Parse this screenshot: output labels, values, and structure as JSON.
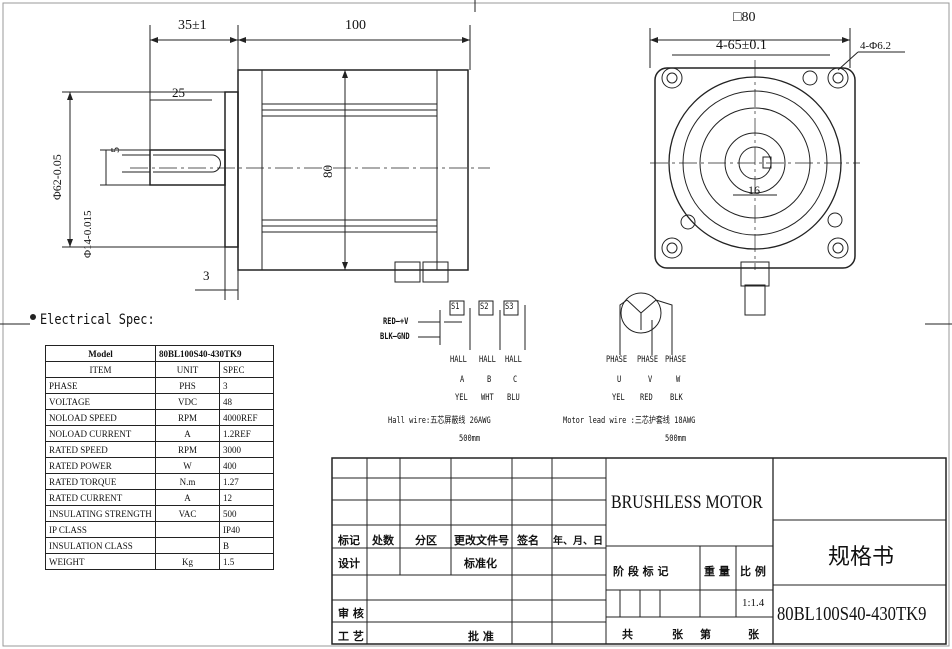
{
  "dimensions": {
    "shaft_len": "35±1",
    "body_len": "100",
    "key_len": "25",
    "key_width": "5",
    "flange_dia": "Φ62-0.05",
    "shaft_dia": "Φ14-0.015",
    "flange_thk": "3",
    "body_height": "80",
    "square": "□80",
    "bolt_pattern": "4-65±0.1",
    "hole_dia": "4-Φ6.2",
    "key_depth": "16"
  },
  "elec_title": "Electrical Spec:",
  "spec": {
    "model_label": "Model",
    "model_value": "80BL100S40-430TK9",
    "header": [
      "ITEM",
      "UNIT",
      "SPEC"
    ],
    "rows": [
      [
        "PHASE",
        "PHS",
        "3"
      ],
      [
        "VOLTAGE",
        "VDC",
        "48"
      ],
      [
        "NOLOAD SPEED",
        "RPM",
        "4000REF"
      ],
      [
        "NOLOAD CURRENT",
        "A",
        "1.2REF"
      ],
      [
        "RATED SPEED",
        "RPM",
        "3000"
      ],
      [
        "RATED POWER",
        "W",
        "400"
      ],
      [
        "RATED TORQUE",
        "N.m",
        "1.27"
      ],
      [
        "RATED CURRENT",
        "A",
        "12"
      ],
      [
        "INSULATING STRENGTH",
        "VAC",
        "500"
      ],
      [
        "IP CLASS",
        "",
        "IP40"
      ],
      [
        "INSULATION CLASS",
        "",
        "B"
      ],
      [
        "WEIGHT",
        "Kg",
        "1.5"
      ]
    ]
  },
  "wiring": {
    "power_pos": "RED—+V",
    "power_neg": "BLK—GND",
    "sensors": [
      "S1",
      "S2",
      "S3"
    ],
    "hall_label": "HALL",
    "hall_letters": [
      "A",
      "B",
      "C"
    ],
    "hall_colors": [
      "YEL",
      "WHT",
      "BLU"
    ],
    "hall_wire": "Hall wire:五芯屏蔽线 26AWG",
    "hall_len": "500mm",
    "phase_label": "PHASE",
    "phase_letters": [
      "U",
      "V",
      "W"
    ],
    "phase_colors": [
      "YEL",
      "RED",
      "BLK"
    ],
    "motor_wire": "Motor lead wire :三芯护套线 18AWG",
    "motor_len": "500mm"
  },
  "titleblock": {
    "product": "BRUSHLESS MOTOR",
    "doc_type": "规格书",
    "part_no": "80BL100S40-430TK9",
    "scale_value": "1:1.4",
    "row1": [
      "标记",
      "处数",
      "分区",
      "更改文件号",
      "签名",
      "年、月、日"
    ],
    "design": "设计",
    "standard": "标准化",
    "stage": "阶 段 标 记",
    "weight": "重 量",
    "scale": "比 例",
    "review": "审 核",
    "craft": "工 艺",
    "approve": "批 准",
    "total": "共",
    "sheets1": "张",
    "page": "第",
    "sheets2": "张"
  }
}
